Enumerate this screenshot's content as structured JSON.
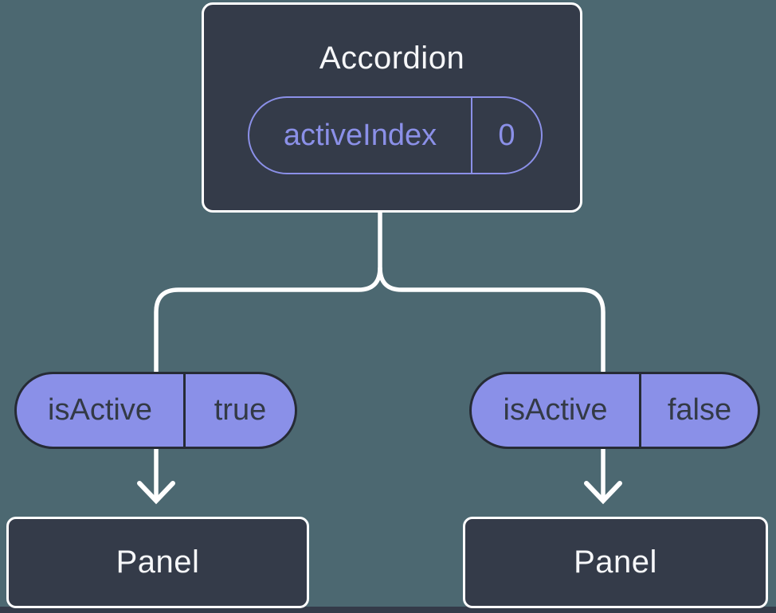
{
  "colors": {
    "bg": "#4c6871",
    "node": "#343b49",
    "node-border": "#ffffff",
    "line": "#ffffff",
    "purple": "#8b90e8",
    "pill-fill": "#8a90e8",
    "pill-text": "#333a46",
    "pill-border": "#262b35",
    "title-text": "#f6f7f9"
  },
  "tree": {
    "root": {
      "label": "Accordion",
      "state": {
        "name": "activeIndex",
        "value": "0"
      }
    },
    "children": [
      {
        "prop": {
          "name": "isActive",
          "value": "true"
        },
        "label": "Panel"
      },
      {
        "prop": {
          "name": "isActive",
          "value": "false"
        },
        "label": "Panel"
      }
    ]
  }
}
